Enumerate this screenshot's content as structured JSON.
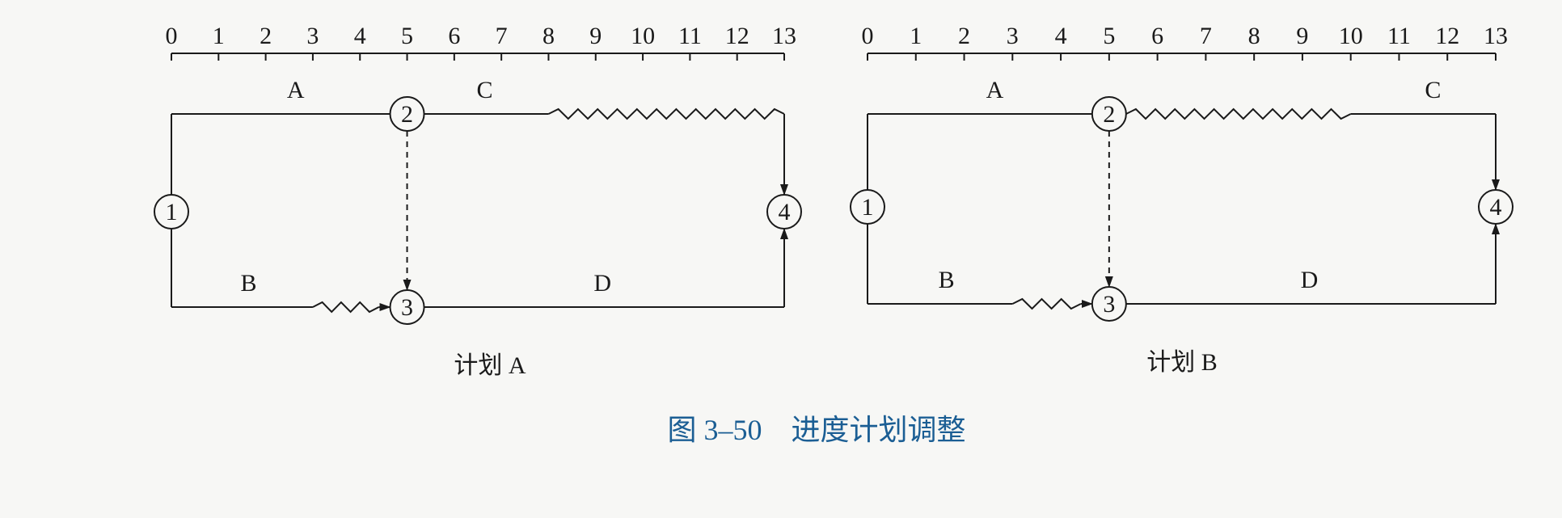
{
  "figure": {
    "caption": "图 3–50　进度计划调整",
    "caption_color": "#1b5e94",
    "ink_color": "#1a1a1a"
  },
  "plans": [
    {
      "caption": "计划 A",
      "scale": {
        "ticks": [
          "0",
          "1",
          "2",
          "3",
          "4",
          "5",
          "6",
          "7",
          "8",
          "9",
          "10",
          "11",
          "12",
          "13"
        ]
      },
      "nodes": [
        {
          "id": "1",
          "label": "1",
          "time": 0,
          "row": "middle"
        },
        {
          "id": "2",
          "label": "2",
          "time": 5,
          "row": "top"
        },
        {
          "id": "3",
          "label": "3",
          "time": 5,
          "row": "bottom"
        },
        {
          "id": "4",
          "label": "4",
          "time": 13,
          "row": "middle"
        }
      ],
      "activities": [
        {
          "label": "A",
          "from": "1",
          "to": "2",
          "start": 0,
          "end": 5,
          "free_float_until": 5
        },
        {
          "label": "B",
          "from": "1",
          "to": "3",
          "start": 0,
          "end": 3,
          "free_float_until": 5
        },
        {
          "label": "C",
          "from": "2",
          "to": "4",
          "start": 5,
          "end": 8,
          "free_float_until": 13
        },
        {
          "label": "D",
          "from": "3",
          "to": "4",
          "start": 5,
          "end": 13,
          "free_float_until": 13
        }
      ],
      "dummies": [
        {
          "from": "2",
          "to": "3"
        }
      ]
    },
    {
      "caption": "计划 B",
      "scale": {
        "ticks": [
          "0",
          "1",
          "2",
          "3",
          "4",
          "5",
          "6",
          "7",
          "8",
          "9",
          "10",
          "11",
          "12",
          "13"
        ]
      },
      "nodes": [
        {
          "id": "1",
          "label": "1",
          "time": 0,
          "row": "middle"
        },
        {
          "id": "2",
          "label": "2",
          "time": 5,
          "row": "top"
        },
        {
          "id": "3",
          "label": "3",
          "time": 5,
          "row": "bottom"
        },
        {
          "id": "4",
          "label": "4",
          "time": 13,
          "row": "middle"
        }
      ],
      "activities": [
        {
          "label": "A",
          "from": "1",
          "to": "2",
          "start": 0,
          "end": 5,
          "free_float_until": 5
        },
        {
          "label": "B",
          "from": "1",
          "to": "3",
          "start": 0,
          "end": 3,
          "free_float_until": 5
        },
        {
          "label": "C",
          "from": "2",
          "to": "4",
          "start": 10,
          "end": 13,
          "free_float_until": 13,
          "float_before": true
        },
        {
          "label": "D",
          "from": "3",
          "to": "4",
          "start": 5,
          "end": 13,
          "free_float_until": 13
        }
      ],
      "dummies": [
        {
          "from": "2",
          "to": "3"
        }
      ]
    }
  ]
}
